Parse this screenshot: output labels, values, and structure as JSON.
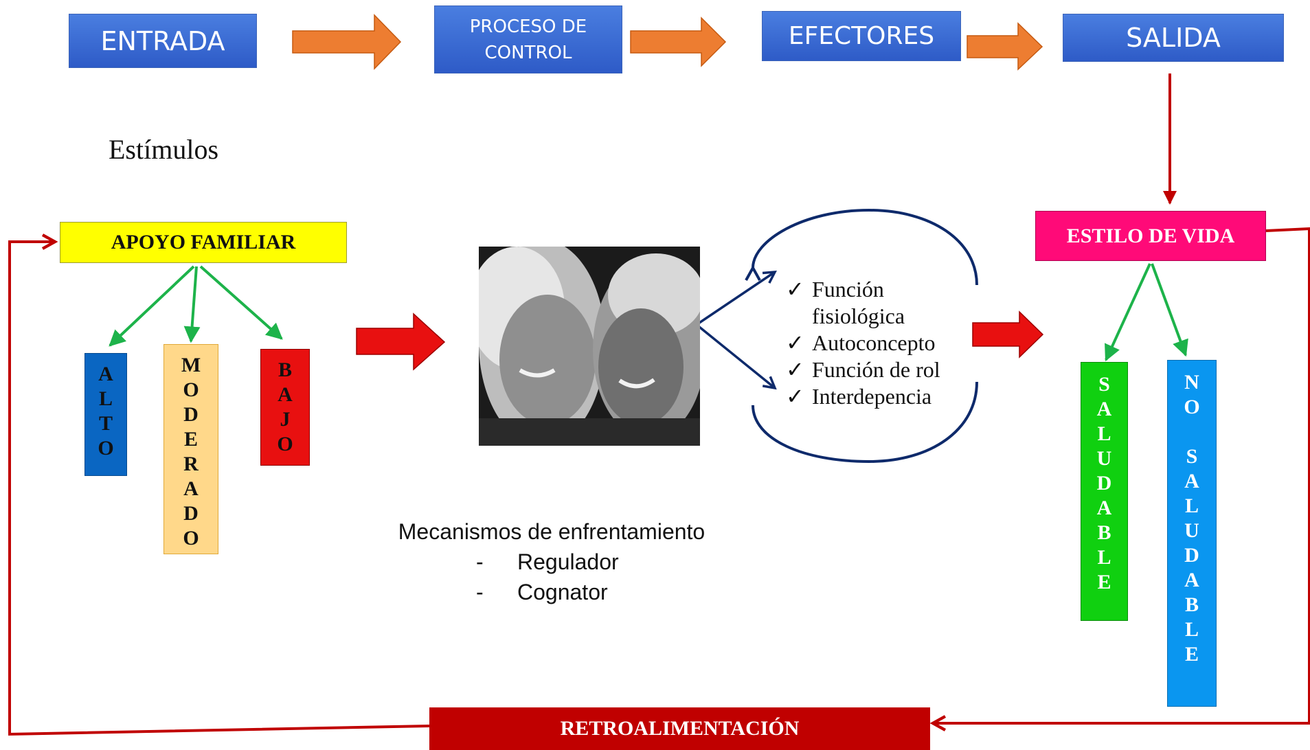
{
  "header_row": {
    "entrada": "ENTRADA",
    "proceso_line1": "PROCESO DE",
    "proceso_line2": "CONTROL",
    "efectores": "EFECTORES",
    "salida": "SALIDA"
  },
  "estimulos": "Estímulos",
  "apoyo": {
    "title": "APOYO FAMILIAR",
    "levels": {
      "alto": [
        "A",
        "L",
        "T",
        "O"
      ],
      "moderado": [
        "M",
        "O",
        "D",
        "E",
        "R",
        "A",
        "D",
        "O"
      ],
      "bajo": [
        "B",
        "A",
        "J",
        "O"
      ]
    }
  },
  "photo": {
    "icon": "elderly-couple-photo"
  },
  "mecanismos": {
    "title": "Mecanismos de enfrentamiento",
    "items": [
      "Regulador",
      "Cognator"
    ],
    "bullet": "-"
  },
  "modos": {
    "check": "✓",
    "items": [
      [
        "Función",
        "fisiológica"
      ],
      [
        "Autoconcepto"
      ],
      [
        "Función de rol"
      ],
      [
        "Interdepencia"
      ]
    ]
  },
  "estilo": {
    "title": "ESTILO DE VIDA",
    "saludable": [
      "S",
      "A",
      "L",
      "U",
      "D",
      "A",
      "B",
      "L",
      "E"
    ],
    "no_saludable": [
      "N",
      "O",
      "",
      "S",
      "A",
      "L",
      "U",
      "D",
      "A",
      "B",
      "L",
      "E"
    ]
  },
  "retro": "RETROALIMENTACIÓN",
  "colors": {
    "header_blue": "#3a6fd8",
    "orange_arrow": "#ed7d31",
    "red_arrow": "#e81010",
    "feedback_red": "#c00000",
    "green_arrow": "#1db34a",
    "navy": "#0e2a6b",
    "apoyo_yellow": "#ffff00",
    "alto_blue": "#0a66c2",
    "moderado_peach": "#ffd88a",
    "bajo_red": "#e81010",
    "estilo_pink": "#ff0a78",
    "saludable_green": "#10d010",
    "no_saludable_blue": "#0a96f0"
  }
}
